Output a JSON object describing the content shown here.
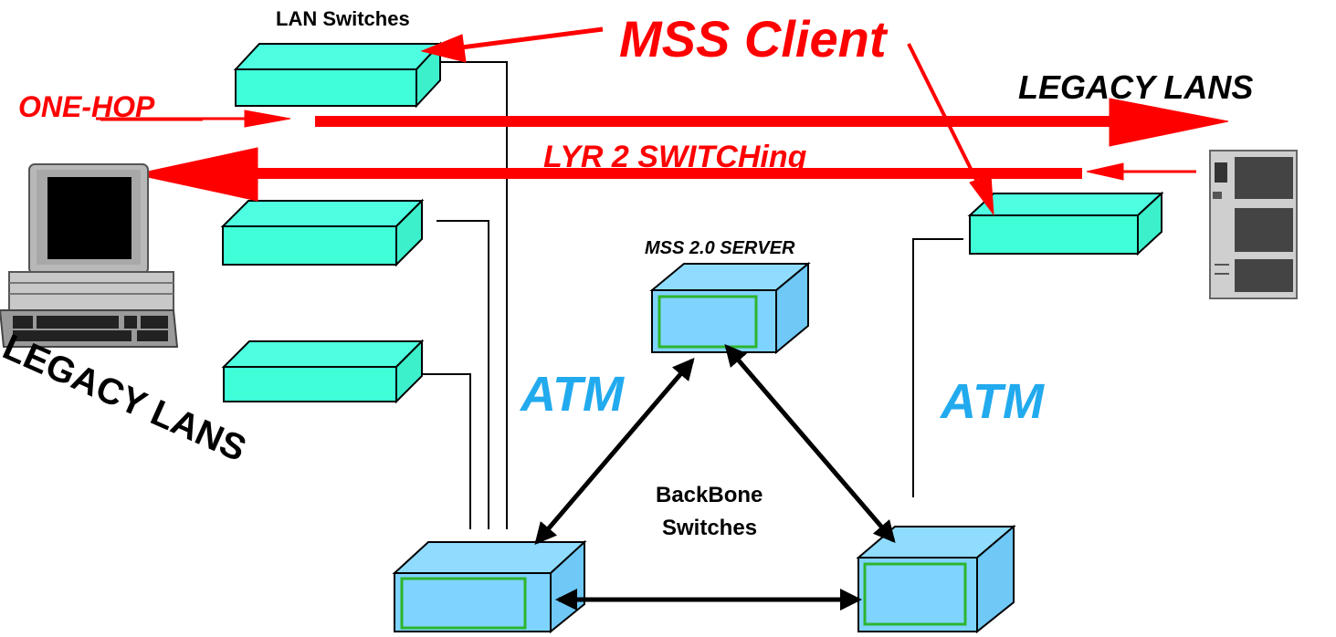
{
  "labels": {
    "lan_switches": "LAN Switches",
    "mss_client": "MSS Client",
    "legacy_lans_right": "LEGACY LANS",
    "one_hop": "ONE-HOP",
    "lyr2_switching": "LYR 2 SWITCHing",
    "mss_server": "MSS 2.0 SERVER",
    "atm_left": "ATM",
    "atm_right": "ATM",
    "legacy_lans_left": "LEGACY LANS",
    "backbone_line1": "BackBone",
    "backbone_line2": "Switches"
  },
  "colors": {
    "arrow_red": "#ff0000",
    "lan_switch_teal": "#40ffd8",
    "backbone_blue": "#7fd4ff",
    "atm_text": "#22aaee",
    "cube_border_green": "#2db52d"
  },
  "icons": {
    "workstation": "desktop-computer-icon",
    "server_tower": "server-tower-icon"
  }
}
